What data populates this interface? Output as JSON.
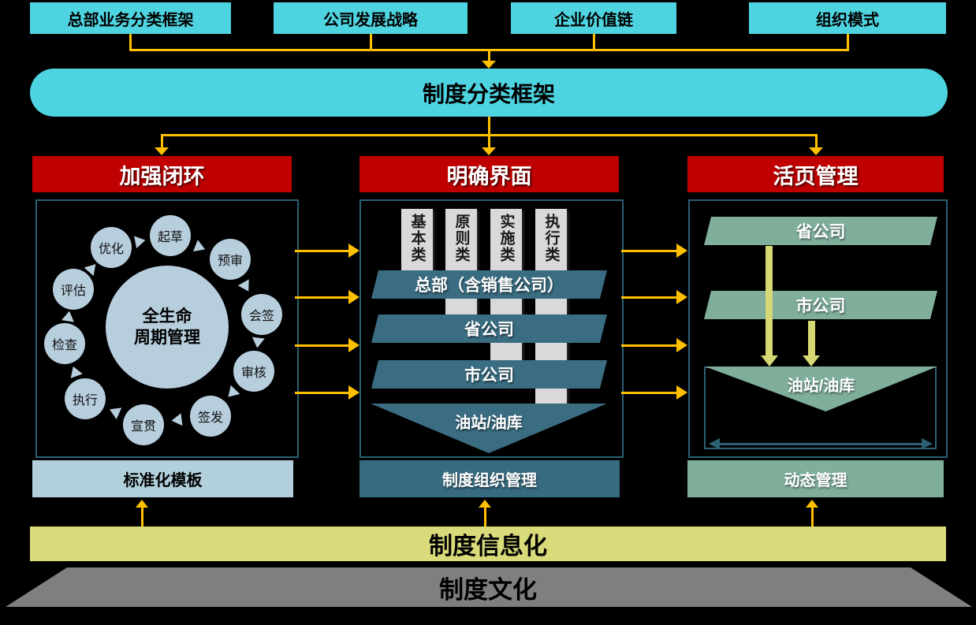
{
  "top_boxes": [
    {
      "label": "总部业务分类框架"
    },
    {
      "label": "公司发展战略"
    },
    {
      "label": "企业价值链"
    },
    {
      "label": "组织模式"
    }
  ],
  "framework": {
    "label": "制度分类框架"
  },
  "pillars": {
    "closed_loop": {
      "header": "加强闭环",
      "footer": "标准化模板"
    },
    "clear_interface": {
      "header": "明确界面",
      "footer": "制度组织管理"
    },
    "loose_leaf": {
      "header": "活页管理",
      "footer": "动态管理"
    }
  },
  "lifecycle": {
    "center_line1": "全生命",
    "center_line2": "周期管理",
    "steps": [
      "起草",
      "预审",
      "会签",
      "审核",
      "签发",
      "宣贯",
      "执行",
      "检查",
      "评估",
      "优化"
    ]
  },
  "interface_matrix": {
    "categories": [
      "基本类",
      "原则类",
      "实施类",
      "执行类"
    ],
    "levels": [
      "总部（含销售公司）",
      "省公司",
      "市公司"
    ],
    "terminal": "油站/油库"
  },
  "loose_leaf_stack": {
    "levels": [
      "省公司",
      "市公司"
    ],
    "terminal": "油站/油库"
  },
  "foundation": {
    "informatization": "制度信息化",
    "culture": "制度文化"
  },
  "colors": {
    "cyan": "#4ed4e0",
    "orange_connector": "#ffc000",
    "red_header": "#c00000",
    "teal_bar": "#3a6d82",
    "green_bar": "#7fae9b",
    "light_blue": "#b7cedd",
    "olive_arrow": "#d6d873",
    "it_bar": "#d9da7a",
    "culture_gray": "#7f7f7f",
    "panel_border": "#2a6073"
  }
}
